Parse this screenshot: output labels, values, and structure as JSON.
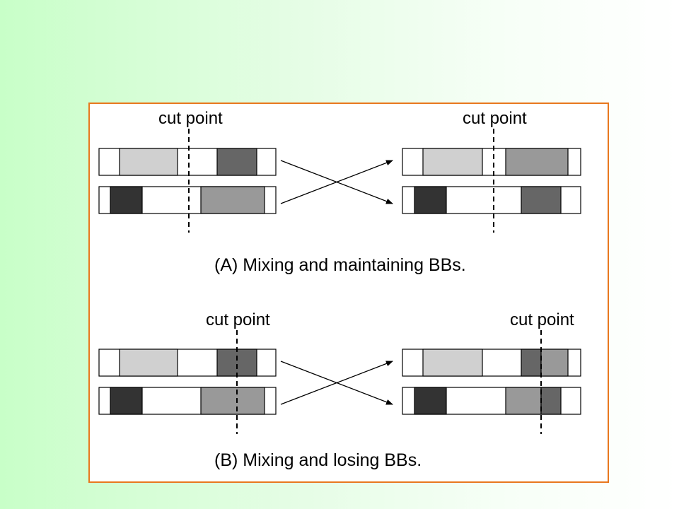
{
  "colors": {
    "background_left": "#c8ffc8",
    "background_right": "#ffffff",
    "frame_border": "#e8781e",
    "block_light": "#d0d0d0",
    "block_mid": "#999999",
    "block_dark": "#666666",
    "block_darkest": "#333333"
  },
  "section_a": {
    "cut_label_left": "cut point",
    "cut_label_right": "cut point",
    "caption": "(A) Mixing and maintaining BBs."
  },
  "section_b": {
    "cut_label_left": "cut point",
    "cut_label_right": "cut point",
    "caption": "(B) Mixing and losing BBs."
  }
}
